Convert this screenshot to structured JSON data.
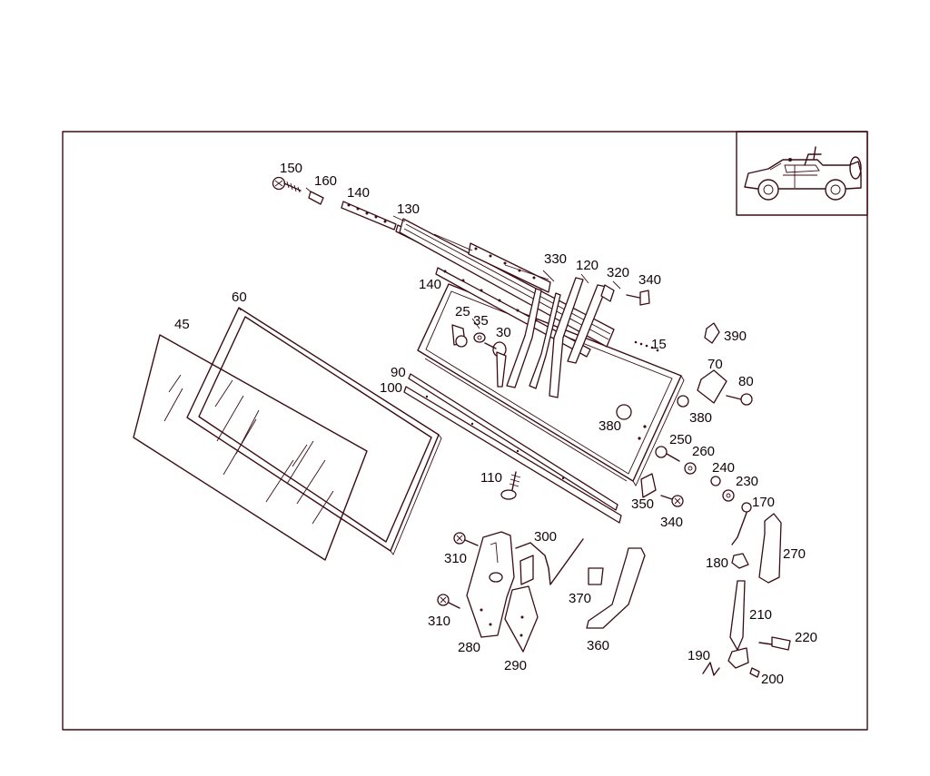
{
  "colors": {
    "line": "#3a0d15",
    "text": "#140408",
    "background": "#ffffff"
  },
  "inset": {
    "icon": "vehicle-cabriolet-icon"
  },
  "callouts": [
    "150",
    "160",
    "140",
    "130",
    "330",
    "120",
    "320",
    "340",
    "140",
    "25",
    "35",
    "30",
    "15",
    "390",
    "60",
    "45",
    "70",
    "80",
    "90",
    "100",
    "380",
    "380",
    "250",
    "260",
    "240",
    "230",
    "110",
    "350",
    "340",
    "170",
    "300",
    "310",
    "270",
    "180",
    "370",
    "310",
    "210",
    "220",
    "280",
    "290",
    "360",
    "190",
    "200"
  ]
}
